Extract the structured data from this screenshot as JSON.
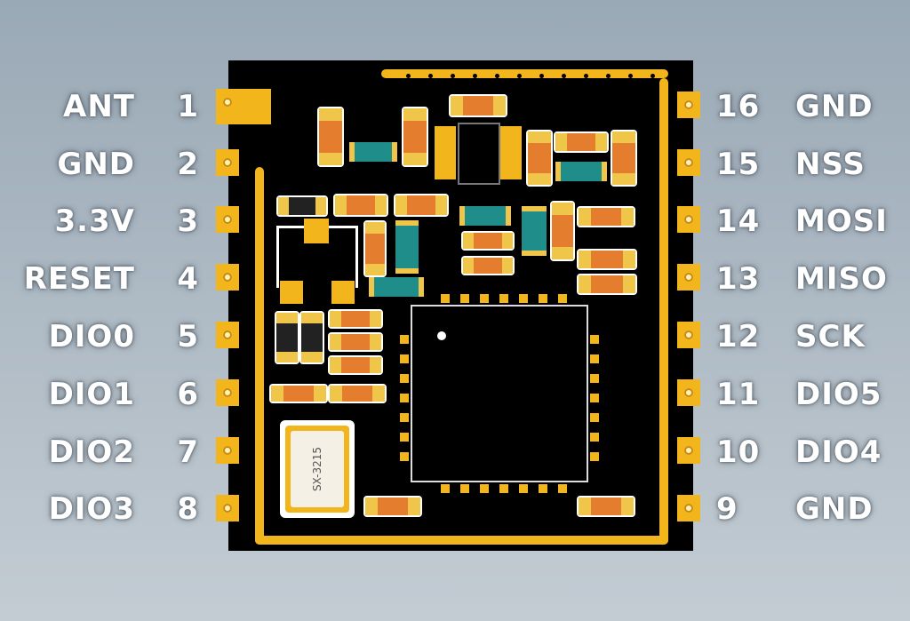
{
  "left_pins": [
    {
      "name": "ANT",
      "num": "1"
    },
    {
      "name": "GND",
      "num": "2"
    },
    {
      "name": "3.3V",
      "num": "3"
    },
    {
      "name": "RESET",
      "num": "4"
    },
    {
      "name": "DIO0",
      "num": "5"
    },
    {
      "name": "DIO1",
      "num": "6"
    },
    {
      "name": "DIO2",
      "num": "7"
    },
    {
      "name": "DIO3",
      "num": "8"
    }
  ],
  "right_pins": [
    {
      "name": "GND",
      "num": "16"
    },
    {
      "name": "NSS",
      "num": "15"
    },
    {
      "name": "MOSI",
      "num": "14"
    },
    {
      "name": "MISO",
      "num": "13"
    },
    {
      "name": "SCK",
      "num": "12"
    },
    {
      "name": "DIO5",
      "num": "11"
    },
    {
      "name": "DIO4",
      "num": "10"
    },
    {
      "name": "GND",
      "num": "9"
    }
  ],
  "crystal_label": "SX-3215",
  "colors": {
    "board": "#000000",
    "pad": "#f3b51c",
    "resistor": "#e47d2e",
    "capacitor": "#1f8e8a"
  }
}
